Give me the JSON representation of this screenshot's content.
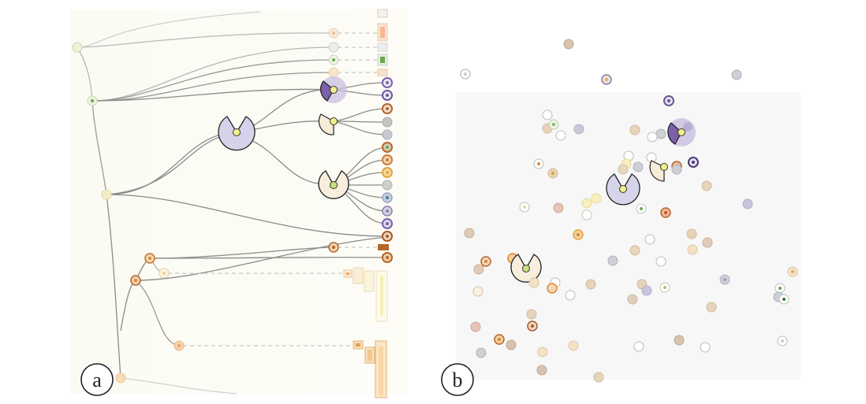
{
  "panels": [
    {
      "id": "a",
      "label": "a"
    },
    {
      "id": "b",
      "label": "b"
    }
  ],
  "colors": {
    "link": "#8a8a8a",
    "link_faint": "#cfcfcf",
    "purple": "#7b61a8",
    "purple_light": "#c9bfe0",
    "cream": "#f5ecd8",
    "orange": "#d98a2b",
    "brown": "#b5652b",
    "blue_gray": "#9aa3c4",
    "gray": "#b9b9b9",
    "green": "#6aa84f",
    "yellow_green": "#d6e68a"
  }
}
